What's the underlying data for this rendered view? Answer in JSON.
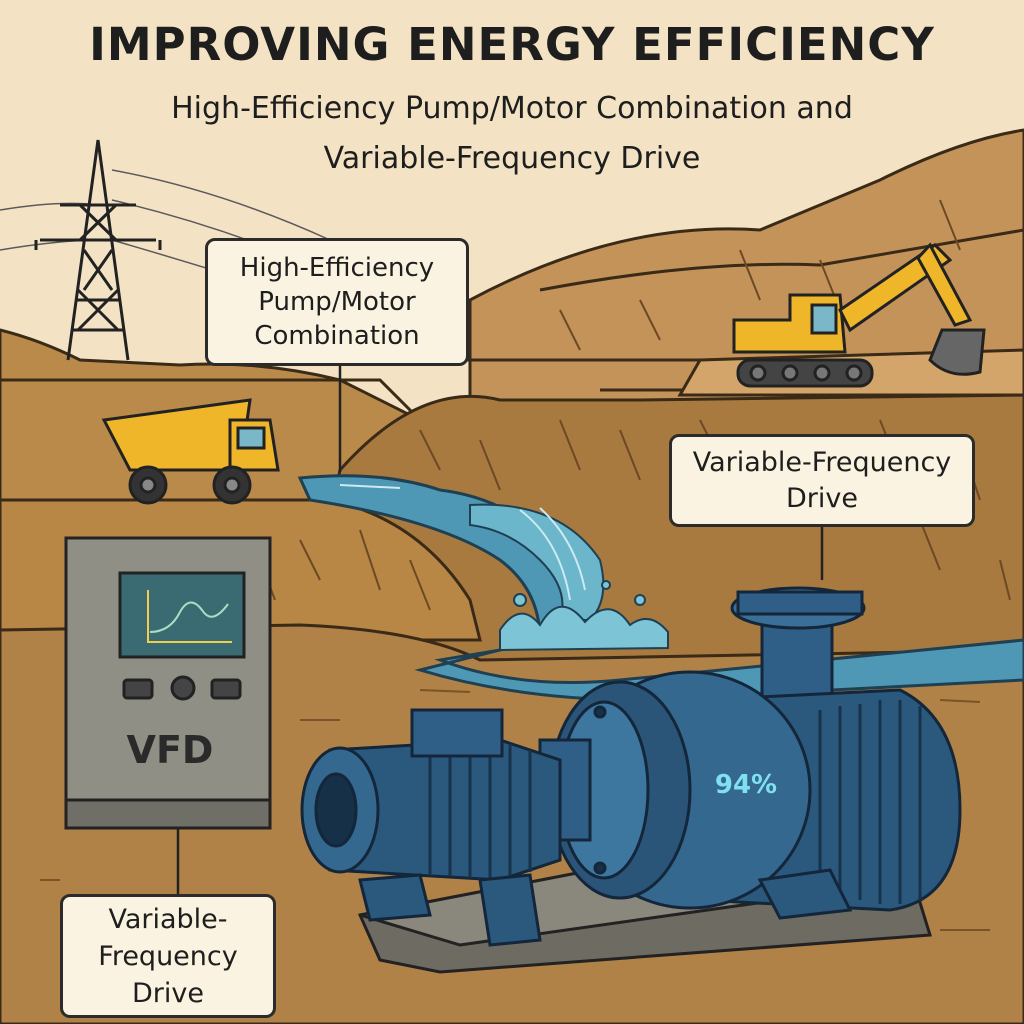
{
  "header": {
    "title": "IMPROVING ENERGY EFFICIENCY",
    "subtitle_line1": "High-Efficiency Pump/Motor Combination and",
    "subtitle_line2": "Variable-Frequency Drive"
  },
  "callouts": {
    "pump": {
      "line1": "High-Efficiency",
      "line2": "Pump/Motor",
      "line3": "Combination"
    },
    "vfd_right": {
      "line1": "Variable-Frequency",
      "line2": "Drive"
    },
    "vfd_left": {
      "line1": "Variable-",
      "line2": "Frequency",
      "line3": "Drive"
    }
  },
  "vfd_panel": {
    "label": "VFD"
  },
  "pump": {
    "efficiency_label": "94%",
    "efficiency_value": 94
  },
  "colors": {
    "sky": "#f3e3c4",
    "earth": "#b98a4a",
    "earth_dark": "#8c6233",
    "water": "#4f98b5",
    "pump_blue": "#2f5f86",
    "machine_yellow": "#f0b62a",
    "panel_gray": "#8f8f86"
  },
  "icons": [
    "power-tower-icon",
    "dump-truck-icon",
    "excavator-icon",
    "vfd-panel-icon",
    "pump-motor-icon"
  ]
}
